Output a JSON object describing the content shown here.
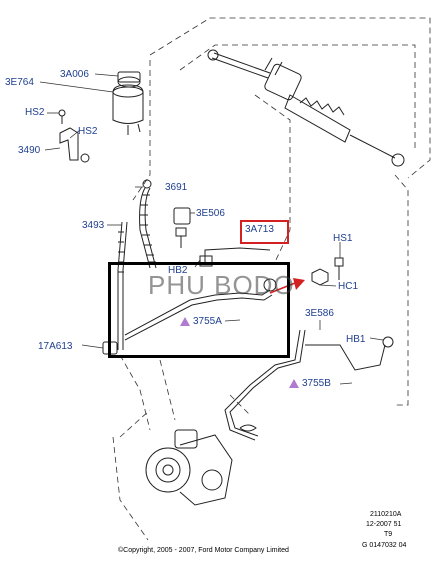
{
  "labels": {
    "3E764": "3E764",
    "3A006": "3A006",
    "HS2_a": "HS2",
    "HS2_b": "HS2",
    "3490": "3490",
    "3691": "3691",
    "3493": "3493",
    "3E506": "3E506",
    "3A713": "3A713",
    "HB2": "HB2",
    "HS1": "HS1",
    "HC1": "HC1",
    "3755A": "3755A",
    "3E586": "3E586",
    "17A613": "17A613",
    "HB1": "HB1",
    "3755B": "3755B"
  },
  "watermark": "PHU BODO",
  "footer": {
    "code1": "2110210A",
    "code2": "12-2007 51",
    "code3": "T9",
    "code4": "G 0147032 04",
    "copyright": "©Copyright, 2005 - 2007, Ford Motor Company Limited"
  },
  "colors": {
    "label": "#1f3f8f",
    "highlight_box": "#d42020",
    "frame_box": "#000000",
    "marker_triangle": "#b07ad0"
  }
}
